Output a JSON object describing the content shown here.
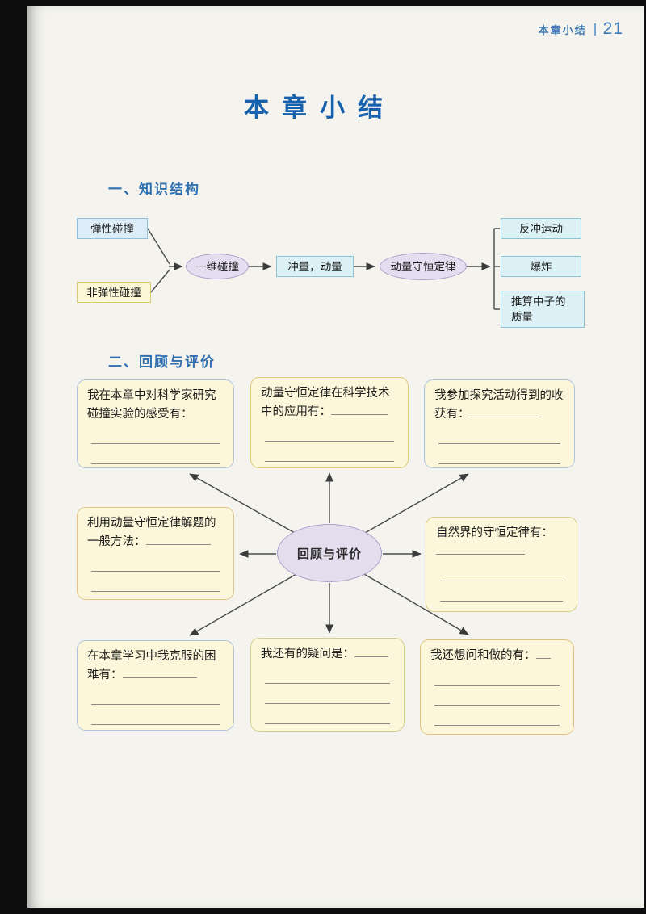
{
  "header": {
    "section_label": "本章小结",
    "page_number": "21"
  },
  "title": "本章小结",
  "knowledge": {
    "heading": "一、知识结构",
    "nodes": {
      "elastic": "弹性碰撞",
      "inelastic": "非弹性碰撞",
      "one_dimensional": "一维碰撞",
      "impulse_momentum": "冲量，动量",
      "conservation_law": "动量守恒定律",
      "recoil": "反冲运动",
      "explosion": "爆炸",
      "neutron_mass": "推算中子的质量"
    }
  },
  "review": {
    "heading": "二、回顾与评价",
    "center": "回顾与评价",
    "boxes": [
      {
        "prompt": "我在本章中对科学家研究碰撞实验的感受有："
      },
      {
        "prompt": "动量守恒定律在科学技术中的应用有："
      },
      {
        "prompt": "我参加探究活动得到的收获有："
      },
      {
        "prompt": "利用动量守恒定律解题的一般方法："
      },
      {
        "prompt": "自然界的守恒定律有："
      },
      {
        "prompt": "在本章学习中我克服的困难有："
      },
      {
        "prompt": "我还有的疑问是："
      },
      {
        "prompt": "我还想问和做的有："
      }
    ]
  },
  "colors": {
    "title_blue": "#1862ad",
    "heading_blue": "#2e6fb0",
    "node_light_blue": "#ddedf8",
    "node_light_cyan": "#dcf1f5",
    "node_light_yellow": "#fcf8d6",
    "node_lavender": "#e4def0",
    "map_box_cream": "#fcf7da",
    "page_background": "#f4f3ee"
  }
}
